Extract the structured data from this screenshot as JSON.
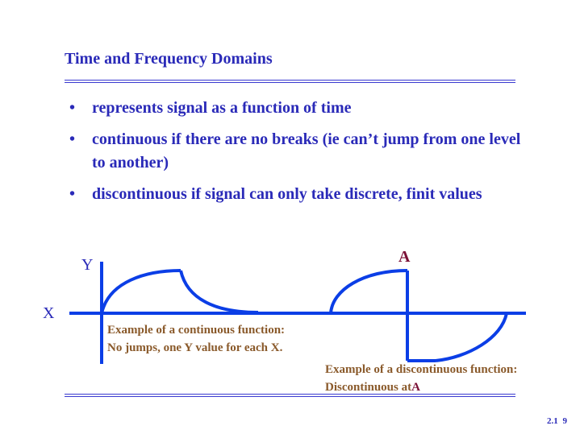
{
  "slide": {
    "title": "Time and Frequency Domains",
    "page_number": "2.1 9"
  },
  "bullets": [
    "represents signal as a function of time",
    "continuous if there are no breaks (ie can’t jump from one level to another)",
    "discontinuous if signal can only take discrete, finit values"
  ],
  "diagram": {
    "y_axis_label": "Y",
    "x_axis_label": "X",
    "point_label": "A",
    "continuous_caption": {
      "line1": "Example of a continuous function:",
      "line2": "No jumps, one Y value for each X."
    },
    "discontinuous_caption": {
      "line1": "Example of a discontinuous function:",
      "line2_prefix": "Discontinuous at",
      "line2_point": "A"
    },
    "stroke_color": "#0b3ee6"
  }
}
